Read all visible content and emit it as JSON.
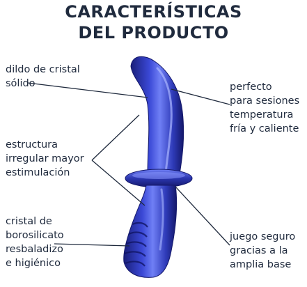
{
  "title": {
    "line1": "CARACTERÍSTICAS",
    "line2": "DEL PRODUCTO"
  },
  "features": {
    "top_left": [
      "dildo de cristal",
      "sólido"
    ],
    "mid_left": [
      "estructura",
      "irregular mayor",
      "estimulación"
    ],
    "bottom_left": [
      "cristal de",
      "borosilicato",
      "resbaladizo",
      "e higiénico"
    ],
    "top_right": [
      "perfecto",
      "para sesiones",
      "temperatura",
      "fría y caliente"
    ],
    "bottom_right": [
      "juego seguro",
      "gracias a la",
      "amplia base"
    ]
  },
  "colors": {
    "text": "#1f2a3d",
    "glass_dark": "#1a1f7a",
    "glass_mid": "#3340c9",
    "glass_light": "#7d8cff",
    "line": "#1f2a3d"
  }
}
